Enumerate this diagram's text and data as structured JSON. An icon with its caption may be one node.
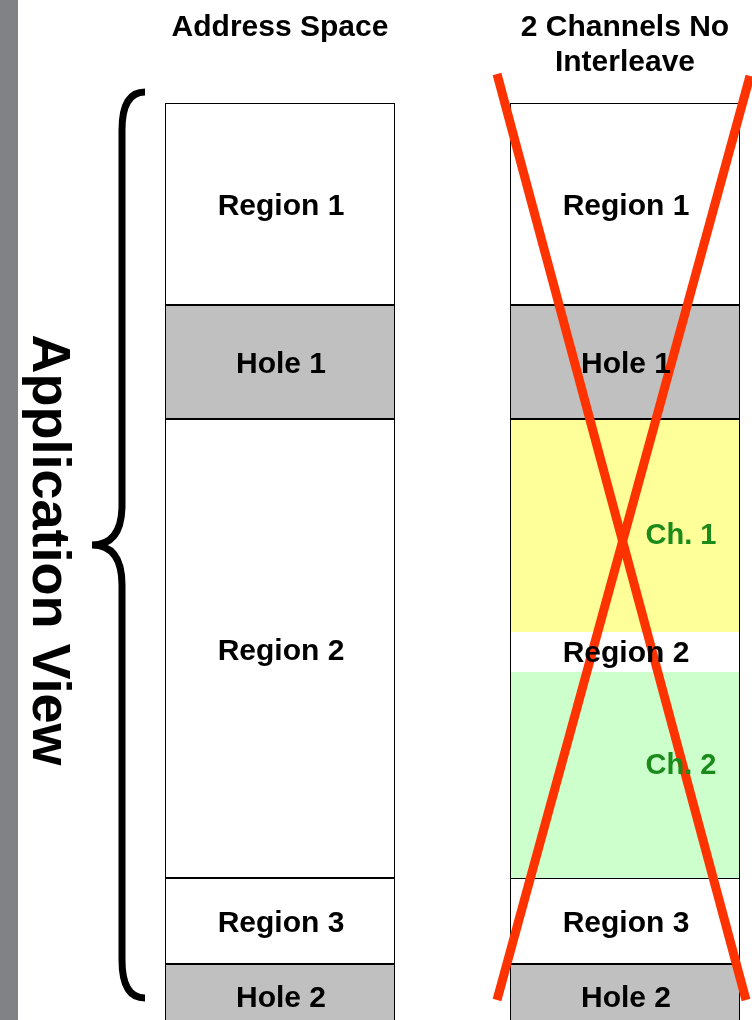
{
  "diagram": {
    "nodes": [
      {
        "text": [
          "Region 1"
        ]
      },
      {
        "text": [
          "Hole 1"
        ]
      },
      {
        "text": [
          "Region 2"
        ]
      },
      {
        "text": [
          "Region 3"
        ]
      },
      {
        "text": [
          "Hole 2"
        ]
      },
      {
        "text": [
          "Region 1"
        ]
      },
      {
        "text": [
          "Hole 1"
        ]
      },
      {
        "text": [
          "Region 2"
        ]
      },
      {
        "text": [
          "Ch. 1"
        ],
        "in": 7
      },
      {
        "text": [
          "Ch. 2"
        ],
        "in": 7
      },
      {
        "text": [
          "Region 3"
        ]
      },
      {
        "text": [
          "Hole 2"
        ]
      }
    ],
    "edges": [],
    "labels": [
      "Address Space",
      "2 Channels No Interleave",
      "Application View"
    ]
  }
}
